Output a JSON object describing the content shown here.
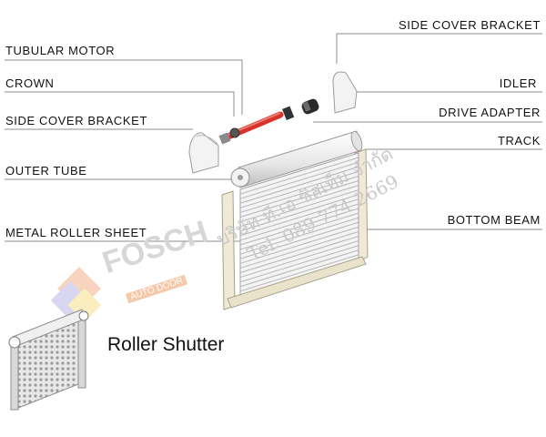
{
  "labels": {
    "tubular_motor": "TUBULAR MOTOR",
    "crown": "CROWN",
    "side_cover_bracket_left": "SIDE COVER BRACKET",
    "outer_tube": "OUTER TUBE",
    "metal_roller_sheet": "METAL ROLLER SHEET",
    "side_cover_bracket_right": "SIDE COVER BRACKET",
    "idler": "IDLER",
    "drive_adapter": "DRIVE ADAPTER",
    "track": "TRACK",
    "bottom_beam": "BOTTOM BEAM"
  },
  "caption": "Roller Shutter",
  "watermark": {
    "company_thai": "บริษัท ที.เอ ซิสเท็ม จำกัด",
    "phone": "Tel. 089 774 2669",
    "brand": "FOSCH",
    "brand_sub": "AUTO DOOR"
  },
  "colors": {
    "motor": "#d6332a",
    "leader_line": "#8c8c8c",
    "frame": "#efe9d6",
    "slat": "#f6f6f6",
    "watermark_text": "#c9c9c9"
  }
}
